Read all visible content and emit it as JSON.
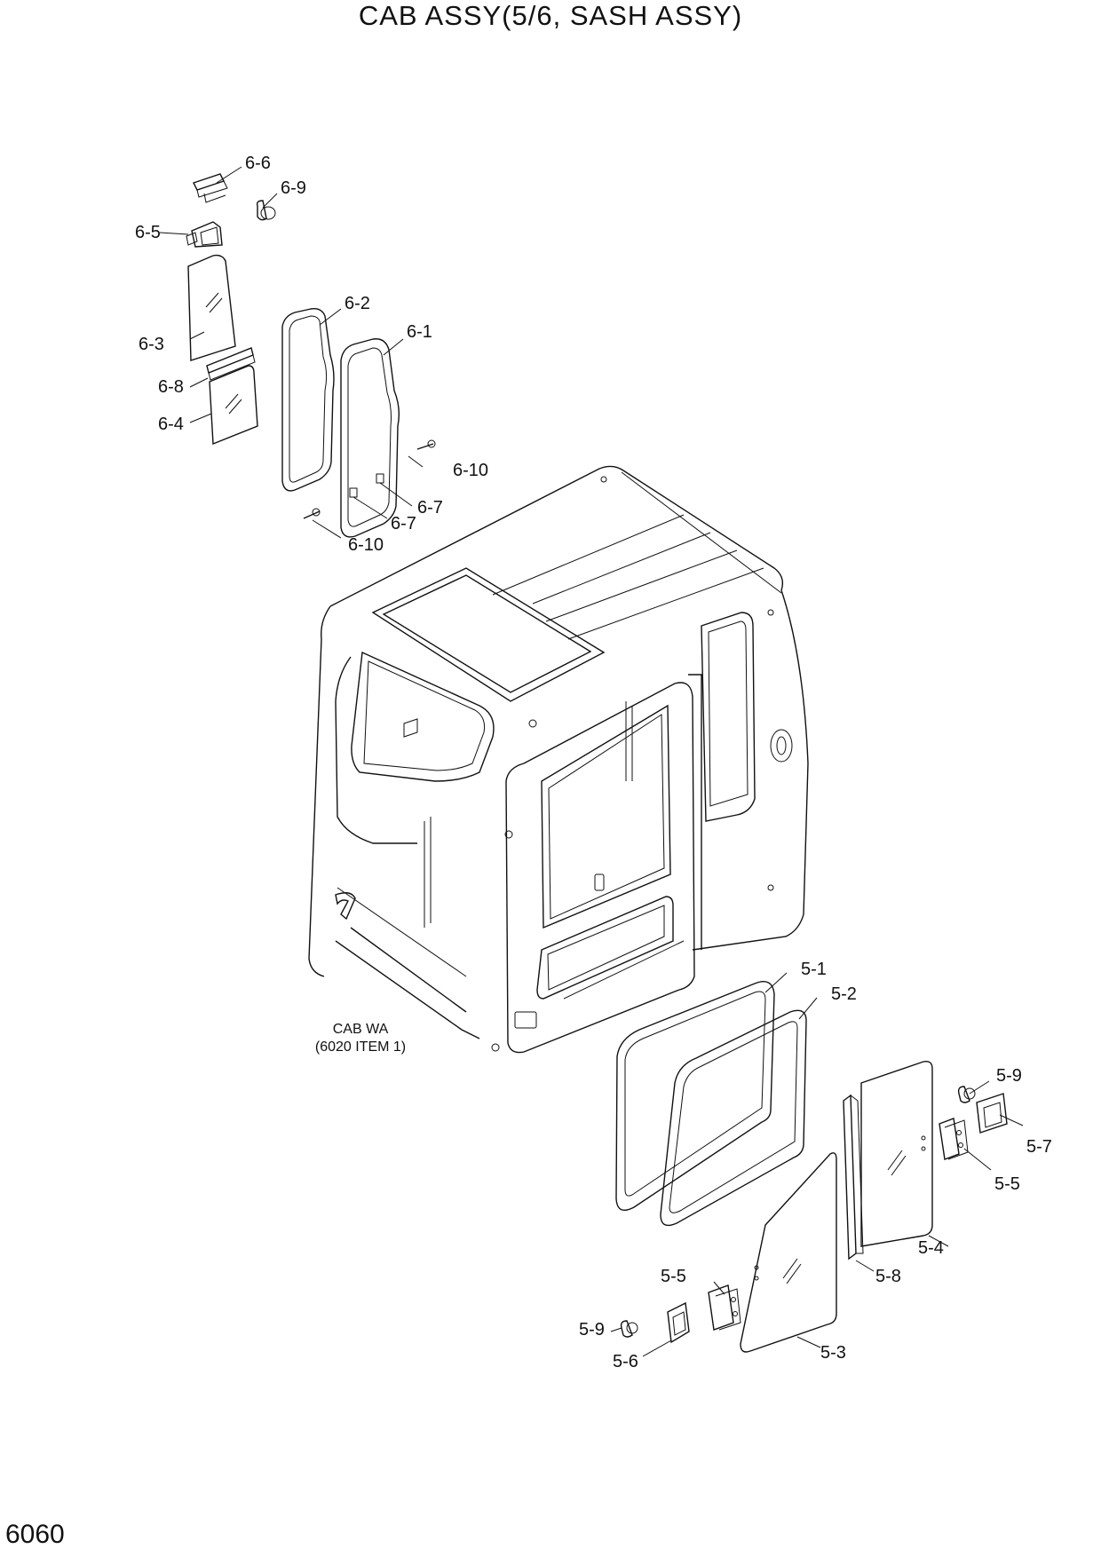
{
  "title": "CAB ASSY(5/6, SASH ASSY)",
  "page_number": "6060",
  "cab_note": {
    "line1": "CAB WA",
    "line2": "(6020 ITEM 1)"
  },
  "callouts": {
    "c66": "6-6",
    "c69": "6-9",
    "c65": "6-5",
    "c62": "6-2",
    "c61": "6-1",
    "c63": "6-3",
    "c68": "6-8",
    "c64": "6-4",
    "c610a": "6-10",
    "c67a": "6-7",
    "c67b": "6-7",
    "c610b": "6-10",
    "c51": "5-1",
    "c52": "5-2",
    "c59a": "5-9",
    "c57": "5-7",
    "c55a": "5-5",
    "c54": "5-4",
    "c55b": "5-5",
    "c58": "5-8",
    "c59b": "5-9",
    "c56": "5-6",
    "c53": "5-3"
  }
}
